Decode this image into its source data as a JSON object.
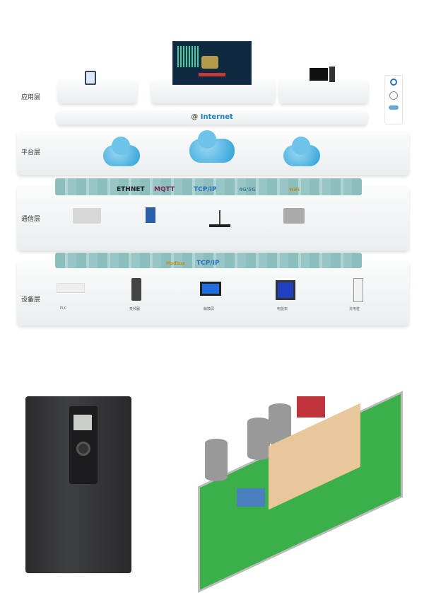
{
  "layers": {
    "application": "应用层",
    "platform": "平台层",
    "communication": "通信层",
    "device": "设备层"
  },
  "internet": "Internet",
  "protocols_top": [
    "ETHNET",
    "MQTT",
    "TCP/IP",
    "4G/5G",
    "WiFi"
  ],
  "protocols_bottom": [
    "Modbus",
    "TCP/IP"
  ],
  "device_labels": [
    "PLC",
    "变频器",
    "触摸屏",
    "电能表",
    "充电桩"
  ],
  "colors": {
    "mqtt": "#7a2a4a",
    "tcp": "#2a6fc0",
    "internet": "#1a7fc0"
  }
}
